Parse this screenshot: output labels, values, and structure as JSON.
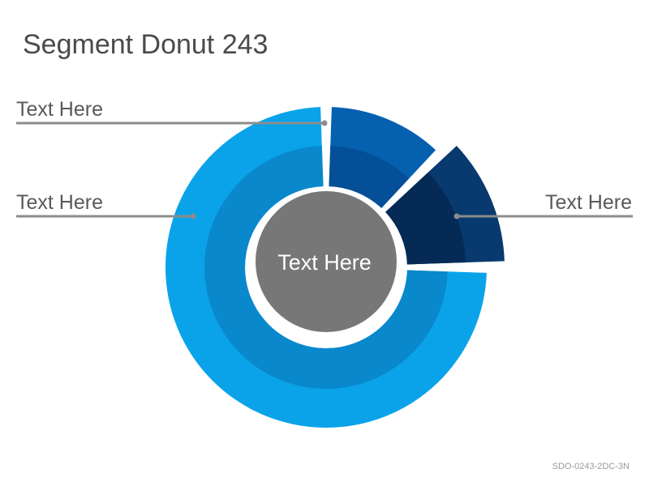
{
  "title": "Segment Donut 243",
  "center_label": "Text Here",
  "segments": [
    {
      "label": "Text Here",
      "color": "#0aa3ea",
      "inner_color": "#0a88cc",
      "value": 0.75
    },
    {
      "label": "Text Here",
      "color": "#0560b0",
      "inner_color": "#044f97",
      "value": 0.125
    },
    {
      "label": "Text Here",
      "color": "#083a6f",
      "inner_color": "#042a55",
      "value": 0.125
    }
  ],
  "center_color": "#777777",
  "leader_color": "#8c8c8c",
  "footer_code": "SDO-0243-2DC-3N"
}
